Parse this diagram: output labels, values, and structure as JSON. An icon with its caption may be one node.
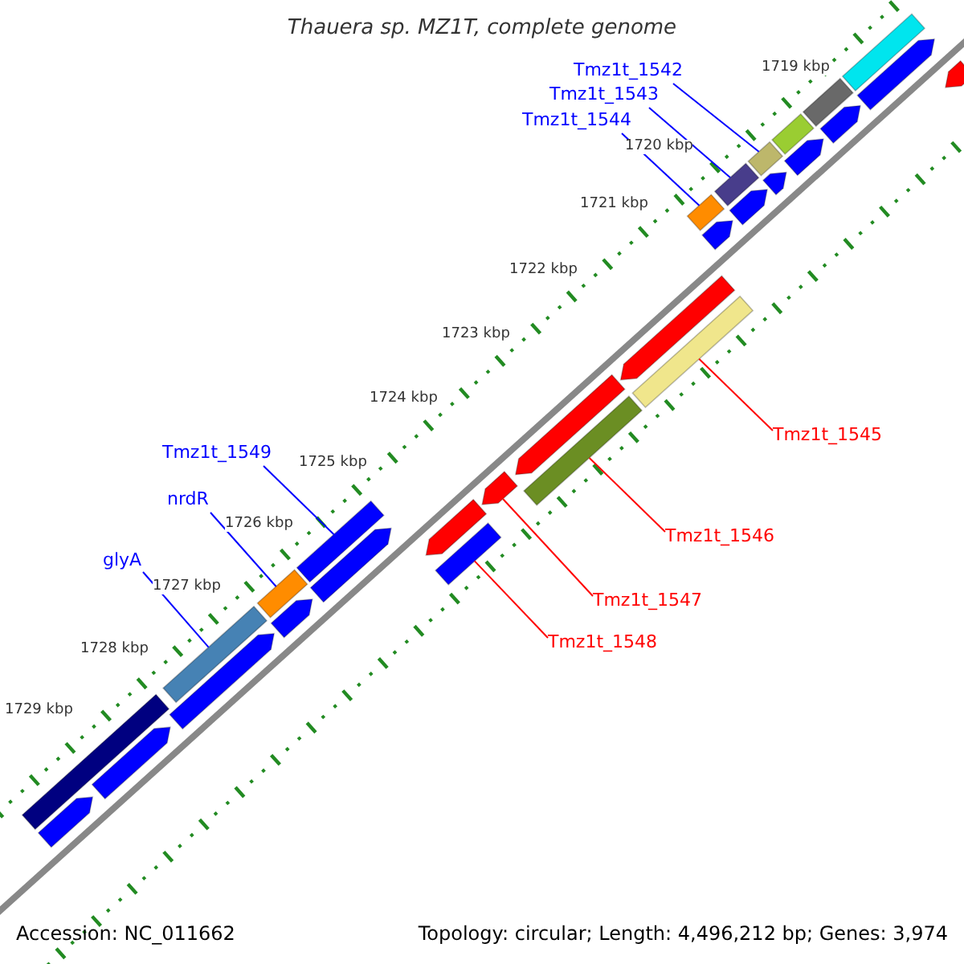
{
  "diagram": {
    "title": "Thauera sp. MZ1T, complete genome",
    "nodes": [
      {
        "text": [
          "Tmz1t_1542"
        ]
      },
      {
        "text": [
          "Tmz1t_1543"
        ]
      },
      {
        "text": [
          "Tmz1t_1544"
        ]
      },
      {
        "text": [
          "Tmz1t_1549"
        ]
      },
      {
        "text": [
          "nrdR"
        ]
      },
      {
        "text": [
          "glyA"
        ]
      },
      {
        "text": [
          "Tmz1t_1545"
        ]
      },
      {
        "text": [
          "Tmz1t_1546"
        ]
      },
      {
        "text": [
          "Tmz1t_1547"
        ]
      },
      {
        "text": [
          "Tmz1t_1548"
        ]
      },
      {
        "text": [],
        "shape": "bar"
      },
      {
        "text": [],
        "shape": "arrow"
      },
      {
        "text": [],
        "shape": "arrow"
      },
      {
        "text": [],
        "shape": "bar"
      },
      {
        "text": [],
        "shape": "arrow"
      },
      {
        "text": [],
        "shape": "bar"
      },
      {
        "text": [],
        "shape": "arrow"
      },
      {
        "text": [],
        "shape": "bar"
      },
      {
        "text": [],
        "shape": "arrow"
      },
      {
        "text": [],
        "shape": "arrow"
      },
      {
        "text": [],
        "shape": "bar"
      },
      {
        "text": [],
        "shape": "arrow"
      },
      {
        "text": [],
        "shape": "arrow"
      },
      {
        "text": [],
        "shape": "bar"
      },
      {
        "text": [],
        "shape": "arrow"
      },
      {
        "text": [],
        "shape": "bar"
      },
      {
        "text": [],
        "shape": "bar"
      },
      {
        "text": [],
        "shape": "arrow"
      },
      {
        "text": [],
        "shape": "bar"
      },
      {
        "text": [],
        "shape": "arrow"
      },
      {
        "text": [],
        "shape": "bar"
      },
      {
        "text": [],
        "shape": "arrow"
      },
      {
        "text": [],
        "shape": "bar"
      },
      {
        "text": [],
        "shape": "arrow"
      },
      {
        "text": [],
        "shape": "bar"
      },
      {
        "text": [],
        "shape": "arrow"
      },
      {
        "text": [],
        "shape": "bar"
      },
      {
        "text": [],
        "shape": "arrow"
      },
      {
        "text": [],
        "shape": "arrow"
      }
    ],
    "edges": [
      {
        "from": 0,
        "to": 30,
        "arrow": "none"
      },
      {
        "from": 1,
        "to": 28,
        "arrow": "none"
      },
      {
        "from": 2,
        "to": 26,
        "arrow": "none"
      },
      {
        "from": 3,
        "to": 17,
        "arrow": "none"
      },
      {
        "from": 4,
        "to": 15,
        "arrow": "none"
      },
      {
        "from": 5,
        "to": 13,
        "arrow": "none"
      },
      {
        "from": 6,
        "to": 25,
        "arrow": "none",
        "color": "#ff0000"
      },
      {
        "from": 7,
        "to": 23,
        "arrow": "none",
        "color": "#ff0000"
      },
      {
        "from": 8,
        "to": 21,
        "arrow": "none",
        "color": "#ff0000"
      },
      {
        "from": 9,
        "to": 20,
        "arrow": "none",
        "color": "#ff0000"
      }
    ],
    "labels": [
      "1719 kbp",
      "1720 kbp",
      "1721 kbp",
      "1722 kbp",
      "1723 kbp",
      "1724 kbp",
      "1725 kbp",
      "1726 kbp",
      "1727 kbp",
      "1728 kbp",
      "1729 kbp",
      "Accession: NC_011662",
      "Topology: circular; Length: 4,496,212 bp; Genes: 3,974"
    ]
  }
}
